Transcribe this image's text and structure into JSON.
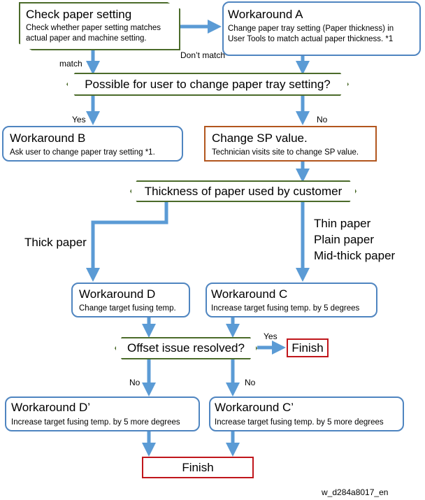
{
  "check": {
    "title": "Check paper setting",
    "desc1": "Check whether paper setting matches",
    "desc2": "actual paper and machine setting."
  },
  "workaround_a": {
    "title": "Workaround A",
    "desc1": "Change paper tray setting (Paper thickness) in",
    "desc2": "User Tools to match actual paper thickness. *1"
  },
  "labels": {
    "match": "match",
    "dont_match": "Don’t match",
    "yes1": "Yes",
    "no1": "No",
    "thick_paper": "Thick paper",
    "thin_paper": "Thin paper",
    "plain_paper": "Plain paper",
    "mid_thick_paper": "Mid-thick paper",
    "yes2": "Yes",
    "no_left": "No",
    "no_right": "No"
  },
  "question1": "Possible for user to change paper tray setting?",
  "workaround_b": {
    "title": "Workaround B",
    "desc": "Ask user to change paper tray setting *1."
  },
  "change_sp": {
    "title": "Change SP value.",
    "desc": "Technician visits site to change SP value."
  },
  "thickness": "Thickness of paper used by customer",
  "workaround_d": {
    "title": "Workaround D",
    "desc": "Change target fusing temp."
  },
  "workaround_c": {
    "title": "Workaround C",
    "desc": "Increase target fusing temp. by 5 degrees"
  },
  "question2": "Offset issue resolved?",
  "finish1": "Finish",
  "workaround_d2": {
    "title": "Workaround D’",
    "desc": "Increase target fusing temp. by 5 more degrees"
  },
  "workaround_c2": {
    "title": "Workaround C’",
    "desc": "Increase target fusing temp. by 5 more degrees"
  },
  "finish2": "Finish",
  "figure_id": "w_d284a8017_en",
  "colors": {
    "arrow": "#5b9bd5",
    "decision_border": "#4b6b2a",
    "process_border": "#4f85c0",
    "sp_border": "#b2561e",
    "finish_border": "#c0161c"
  }
}
